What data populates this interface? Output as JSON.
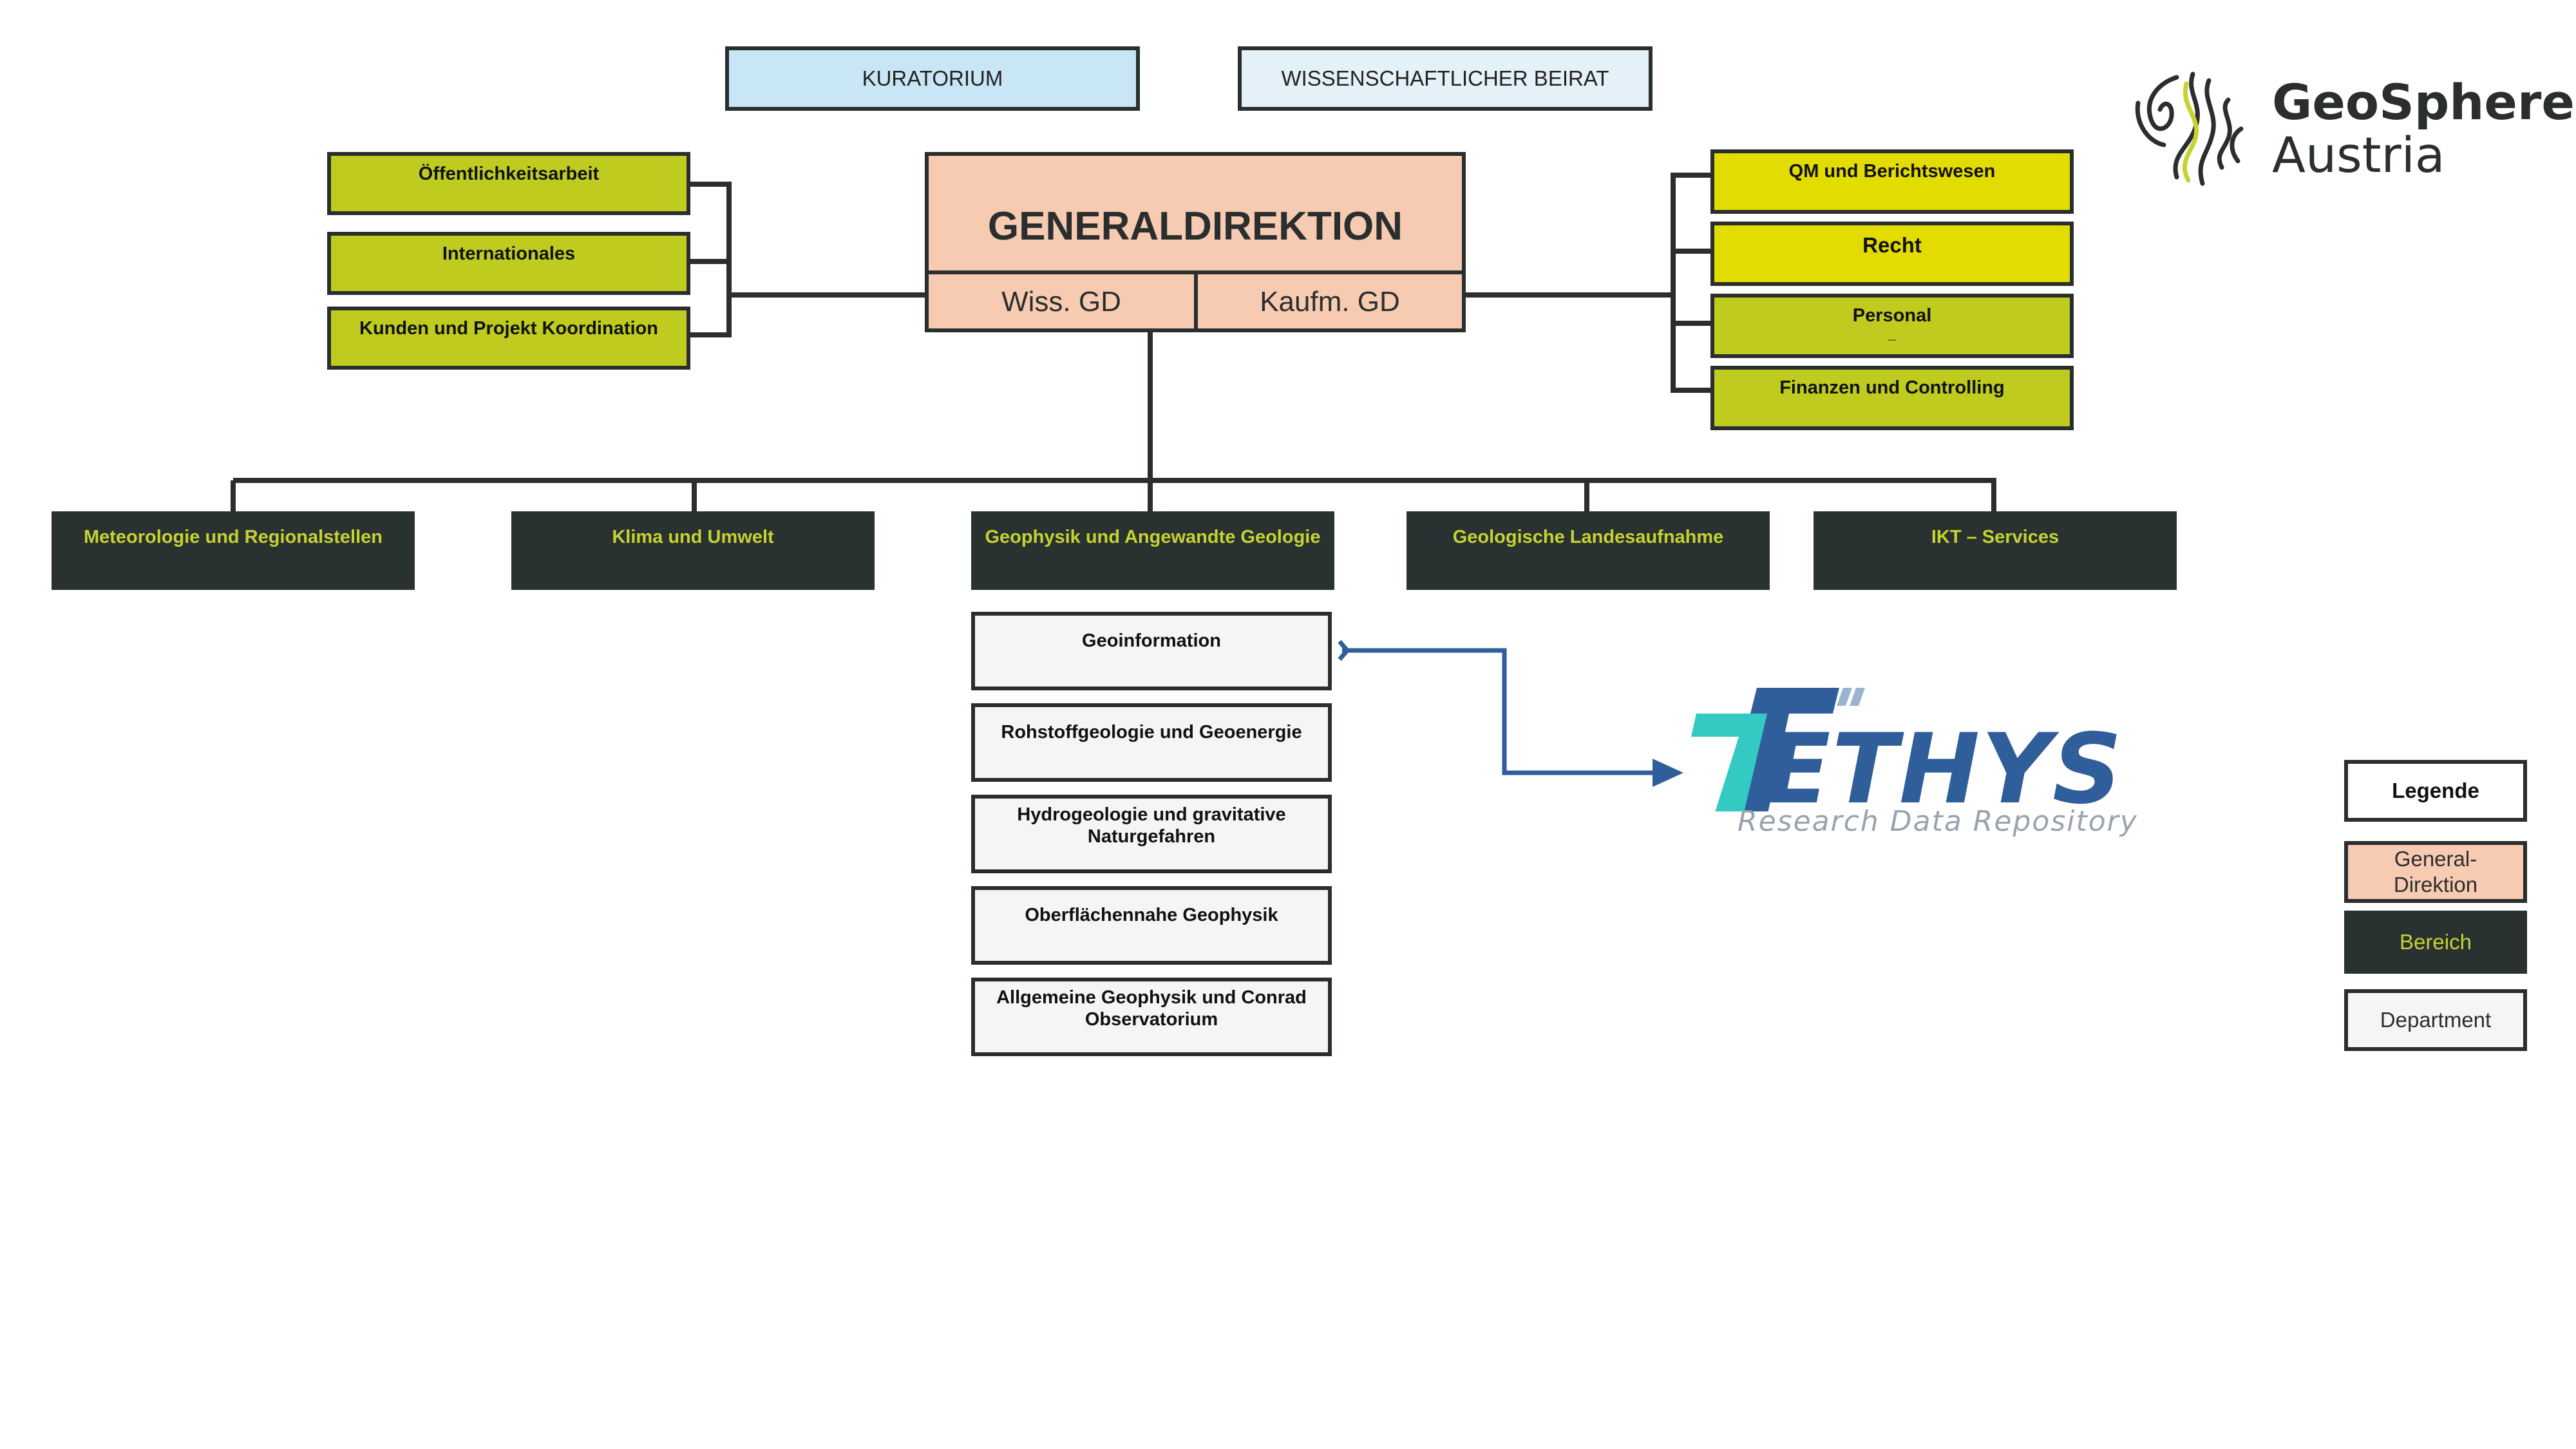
{
  "top_boxes": {
    "kuratorium": "KURATORIUM",
    "beirat": "WISSENSCHAFTLICHER BEIRAT"
  },
  "generaldirektion": {
    "title": "GENERALDIREKTION",
    "wiss": "Wiss. GD",
    "kaufm": "Kaufm. GD"
  },
  "left_staff": [
    "Öffentlichkeitsarbeit",
    "Internationales",
    "Kunden und Projekt Koordination"
  ],
  "right_staff": [
    "QM und Berichtswesen",
    "Recht",
    "Personal",
    "Finanzen und Controlling"
  ],
  "right_staff_extra": "_",
  "bereiche": [
    "Meteorologie und Regionalstellen",
    "Klima und Umwelt",
    "Geophysik und Angewandte Geologie",
    "Geologische Landesaufnahme",
    "IKT – Services"
  ],
  "departments": [
    {
      "line1": "Geoinformation",
      "line2": ""
    },
    {
      "line1": "Rohstoffgeologie und  Geoenergie",
      "line2": ""
    },
    {
      "line1": "Hydrogeologie und gravitative",
      "line2": "Naturgefahren"
    },
    {
      "line1": "Oberflächennahe Geophysik",
      "line2": ""
    },
    {
      "line1": "Allgemeine Geophysik und  Conrad",
      "line2": "Observatorium"
    }
  ],
  "logo": {
    "line1": "GeoSphere",
    "line2": "Austria",
    "icon": "geosphere-contour-icon"
  },
  "tethys": {
    "name": "ETHYS",
    "tagline": "Research Data Repository"
  },
  "legend": {
    "title": "Legende",
    "gd": "General-\nDirektion",
    "bereich": "Bereich",
    "department": "Department"
  },
  "colors": {
    "gd": "#f7cbb1",
    "staff_green": "#bfcc1f",
    "staff_yellow": "#e3dc00",
    "area_bg": "#293131",
    "area_text": "#c5d330",
    "kuratorium": "#c8e6f5",
    "beirat": "#e4f1f8",
    "tethys_blue": "#2f5e9a",
    "tethys_teal": "#35c9c3"
  }
}
